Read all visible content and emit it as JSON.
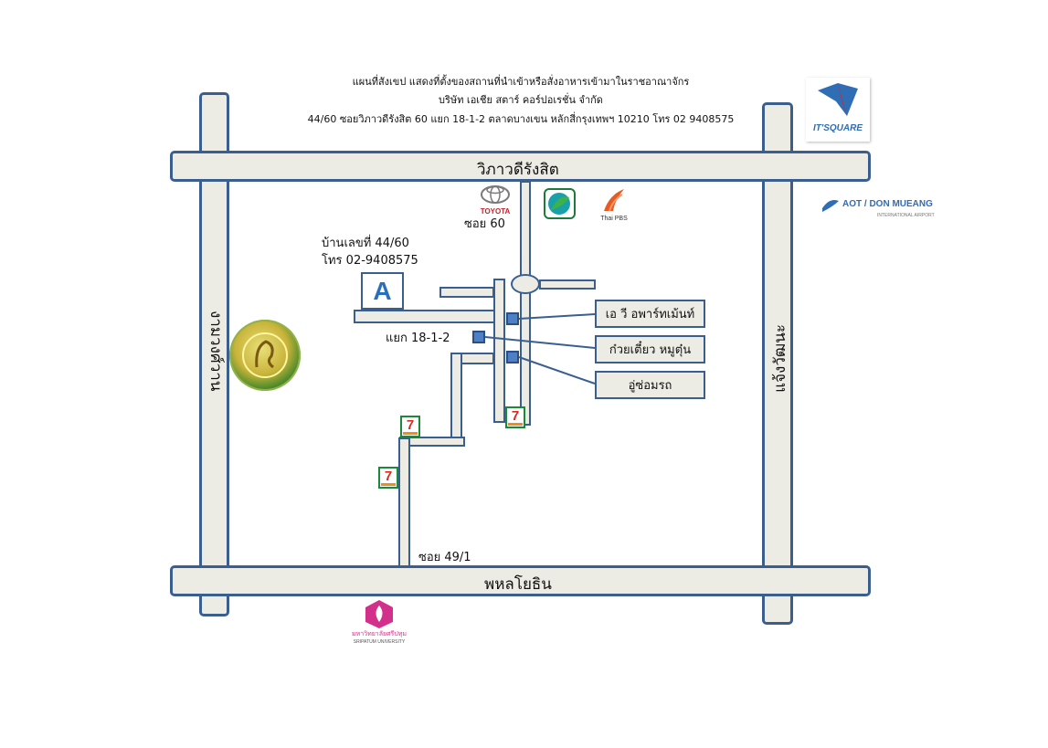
{
  "header": {
    "line1": "แผนที่สังเขป แสดงที่ตั้งของสถานที่นำเข้าหรือสั่งอาหารเข้ามาในราชอาณาจักร",
    "line2": "บริษัท เอเชีย สตาร์ คอร์ปอเรชั่น จำกัด",
    "line3": "44/60 ซอยวิภาวดีรังสิต 60 แยก 18-1-2 ตลาดบางเขน หลักสี่กรุงเทพฯ 10210 โทร 02 9408575"
  },
  "roads": {
    "top": "วิภาวดีรังสิต",
    "bottom": "พหลโยธิน",
    "left": "งามวงศ์วาน",
    "right": "แจ้งวัฒนะ"
  },
  "labels": {
    "soi60": "ซอย 60",
    "house": "บ้านเลขที่ 44/60",
    "phone": "โทร 02-9408575",
    "junction": "แยก 18-1-2",
    "soi49": "ซอย 49/1"
  },
  "callouts": [
    "เอ วี อพาร์ทเม้นท์",
    "ก๋วยเตี๋ยว หมูตุ๋น",
    "อู่ซ่อมรถ"
  ],
  "logos": {
    "toyota": "TOYOTA",
    "thaipbs": "Thai PBS",
    "itsquare": "IT'SQUARE",
    "aot": "AOT / DON MUEANG",
    "aot_sub": "INTERNATIONAL AIRPORT",
    "company_letter": "A",
    "seven": "7",
    "sripatum_th": "มหาวิทยาลัยศรีปทุม",
    "sripatum_en": "SRIPATUM UNIVERSITY"
  },
  "colors": {
    "road_border": "#3a5f8f",
    "road_fill": "#ecebe4",
    "marker": "#4f7fc4"
  }
}
